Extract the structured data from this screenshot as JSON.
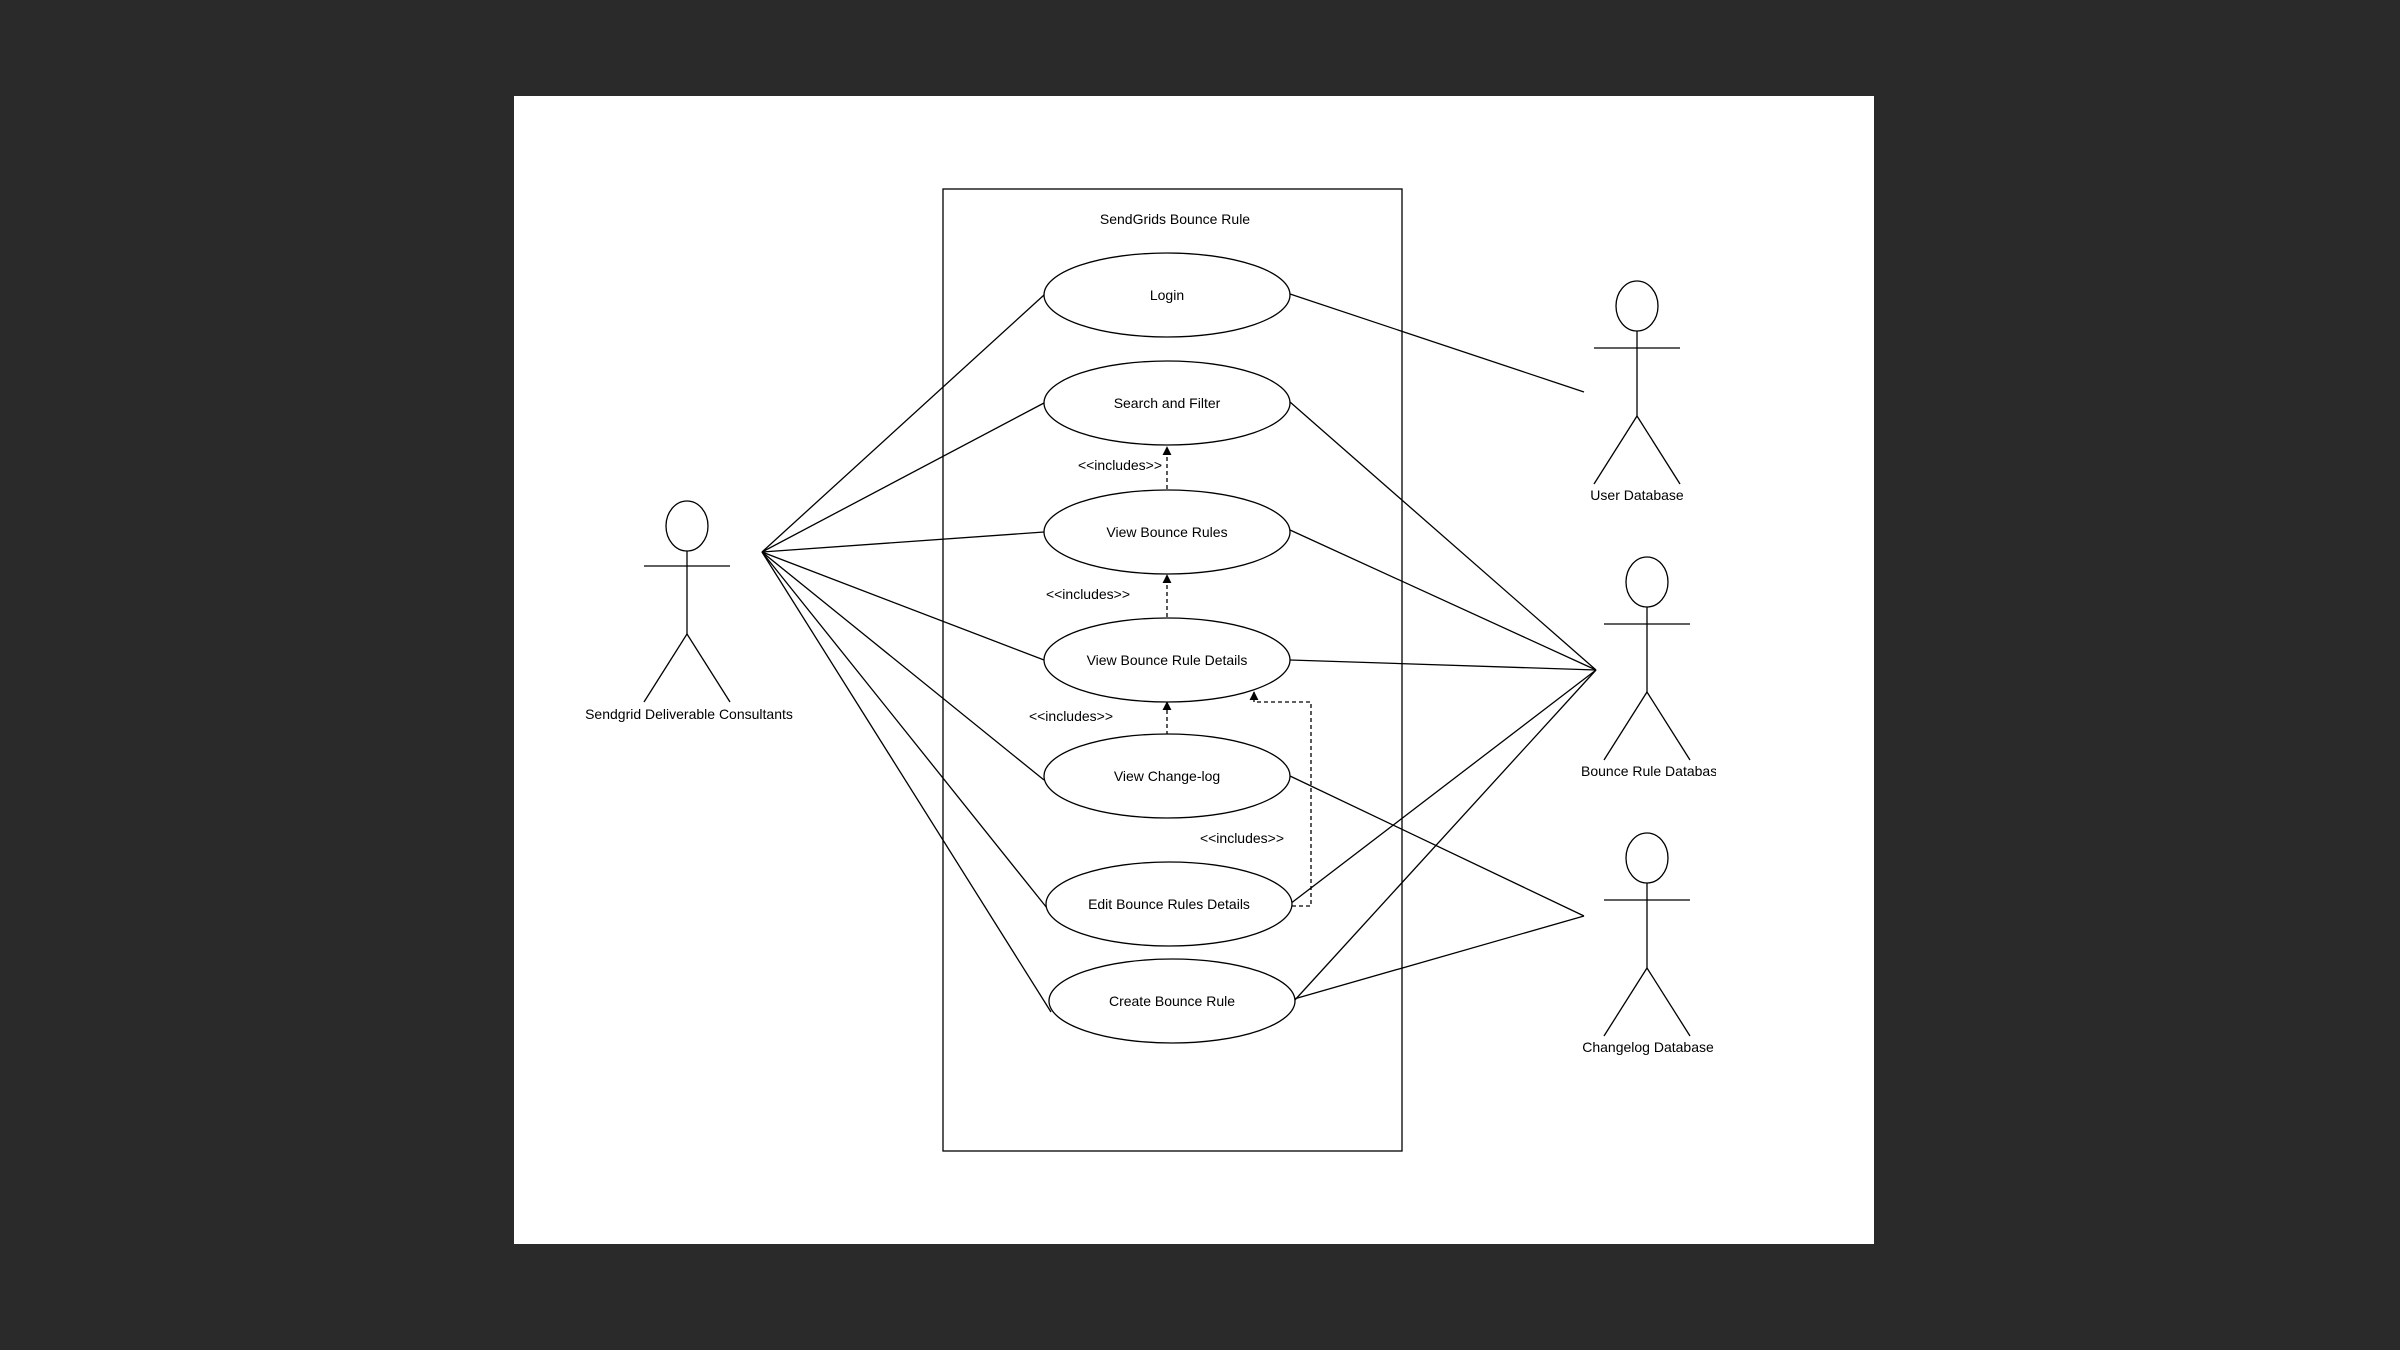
{
  "diagram": {
    "system_title": "SendGrids Bounce Rule",
    "actors": {
      "consultant": "Sendgrid Deliverable Consultants",
      "user_db": "User Database",
      "bounce_db": "Bounce Rule Database",
      "changelog_db": "Changelog Database"
    },
    "use_cases": {
      "login": "Login",
      "search": "Search and Filter",
      "view_rules": "View Bounce Rules",
      "view_details": "View Bounce Rule Details",
      "changelog": "View Change-log",
      "edit": "Edit Bounce Rules Details",
      "create": "Create Bounce Rule"
    },
    "relations": {
      "includes_1": "<<includes>>",
      "includes_2": "<<includes>>",
      "includes_3": "<<includes>>",
      "includes_4": "<<includes>>"
    },
    "colors": {
      "background": "#2a2a2a",
      "canvas": "#ffffff",
      "stroke": "#000000"
    }
  }
}
